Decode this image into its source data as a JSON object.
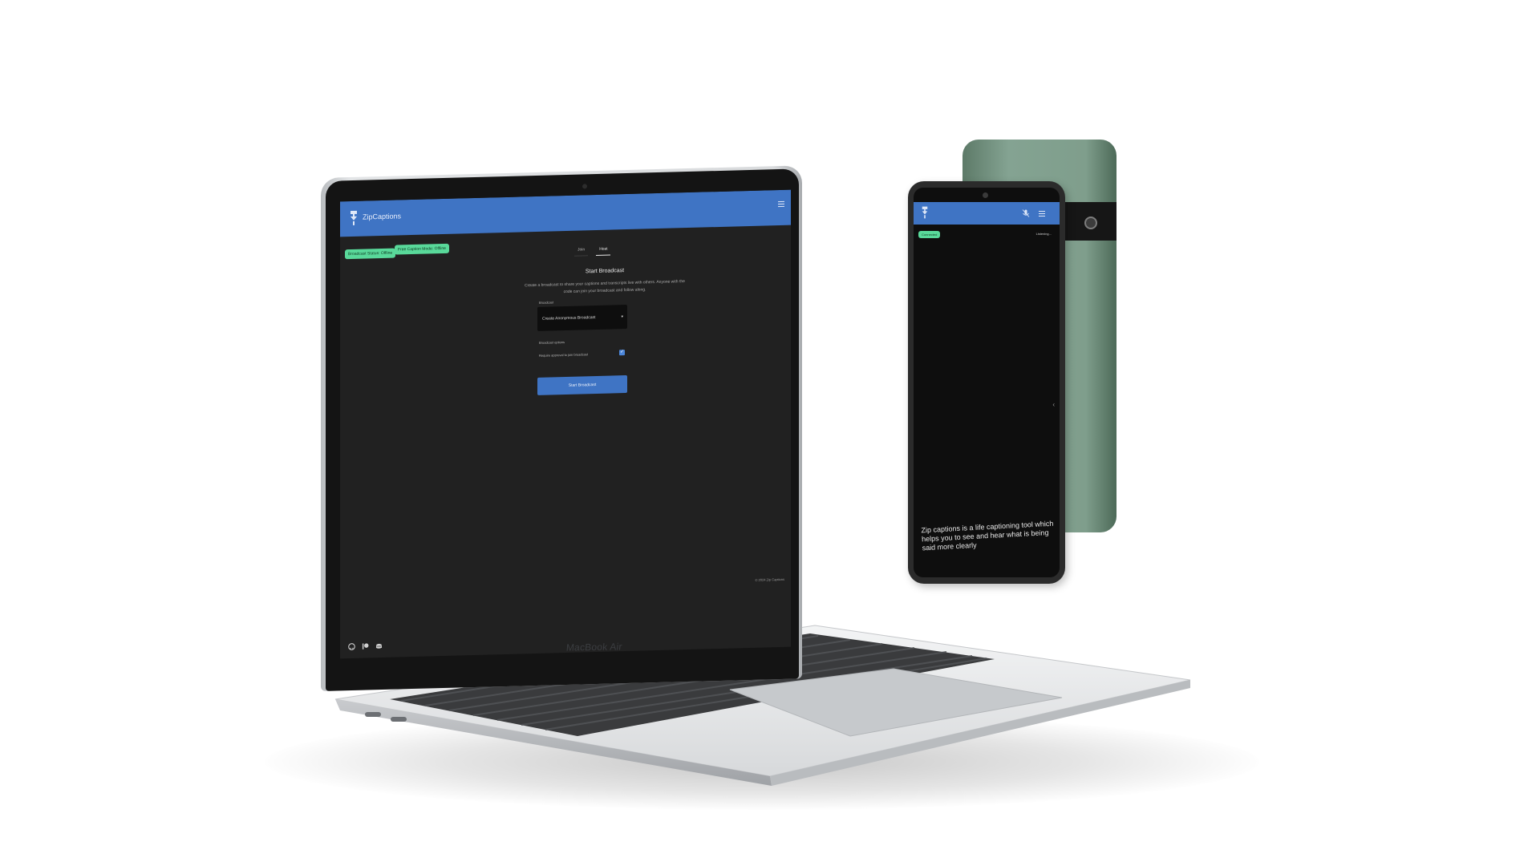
{
  "laptop": {
    "app": {
      "title": "ZipCaptions",
      "chips": [
        "Broadcast Status: Offline",
        "Free Caption Mode: Offline"
      ],
      "tabs": [
        {
          "label": "Join",
          "active": false
        },
        {
          "label": "Host",
          "active": true
        }
      ],
      "section_title": "Start Broadcast",
      "section_description": "Create a broadcast to share your captions and transcripts live with others. Anyone with the code can join your broadcast and follow along.",
      "select_label": "Broadcast",
      "select_value": "Create Anonymous Broadcast",
      "option_label": "Broadcast options",
      "option_text": "Require approval to join broadcast",
      "option_checked": true,
      "start_button": "Start Broadcast",
      "copyright": "© 2024 Zip Captions",
      "footer_icons": [
        "github-icon",
        "patreon-icon",
        "discord-icon"
      ]
    },
    "device_label": "MacBook Air"
  },
  "phone": {
    "chip": "Connected",
    "status": "Listening...",
    "caption": "Zip captions is a life captioning tool which helps you to see and hear what is being said more clearly"
  },
  "colors": {
    "appbar": "#3f74c4",
    "chip": "#59d99a",
    "screen_bg": "#212121",
    "phone_screen_bg": "#0e0e0e",
    "phone_back": "#7f9e8c"
  }
}
